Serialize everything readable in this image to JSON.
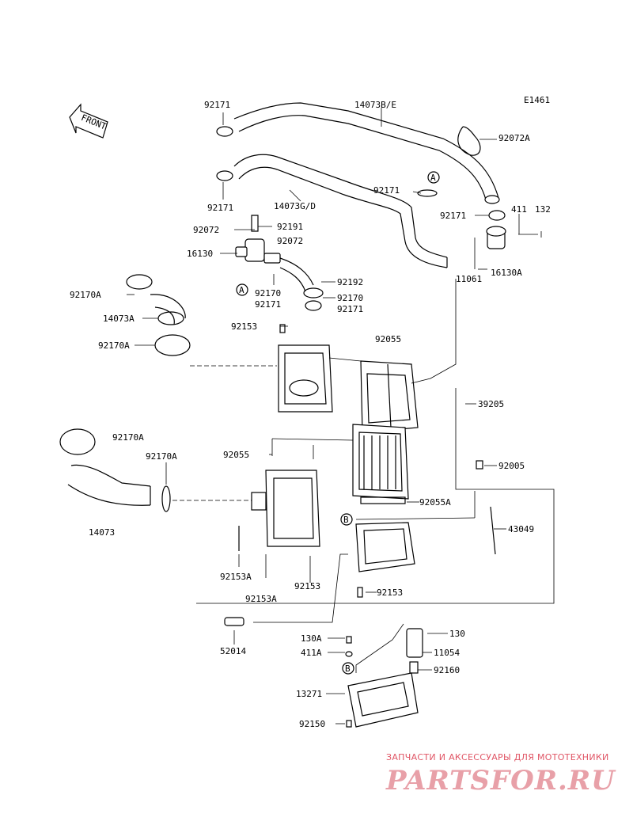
{
  "figure_code": "E1461",
  "front_label": "FRONT",
  "markers": {
    "a": "A",
    "b": "B"
  },
  "labels": {
    "l92171a": "92171",
    "l14073be": "14073B/E",
    "l92072a": "92072A",
    "l92171b": "92171",
    "l14073gd": "14073G/D",
    "l92171c": "92171",
    "l92171d": "92171",
    "l411": "411",
    "l132": "132",
    "l92072": "92072",
    "l92191": "92191",
    "l92072b": "92072",
    "l16130": "16130",
    "l11061": "11061",
    "l16130a": "16130A",
    "l92192": "92192",
    "l92170a1": "92170A",
    "l92170": "92170",
    "l92171e": "92171",
    "l92170b": "92170",
    "l92171f": "92171",
    "l14073a": "14073A",
    "l92153": "92153",
    "l92170a2": "92170A",
    "l92055": "92055",
    "l39205": "39205",
    "l92170a3": "92170A",
    "l92170a4": "92170A",
    "l92055b": "92055",
    "l92005": "92005",
    "l92055a": "92055A",
    "l14073": "14073",
    "l43049": "43049",
    "l92153a1": "92153A",
    "l92153b": "92153",
    "l92153a2": "92153A",
    "l92153c": "92153",
    "l130a": "130A",
    "l130": "130",
    "l52014": "52014",
    "l411a": "411A",
    "l11054": "11054",
    "l92160": "92160",
    "l13271": "13271",
    "l92150": "92150"
  },
  "watermark": {
    "caption": "ЗАПЧАСТИ И АКСЕССУАРЫ ДЛЯ МОТОТЕХНИКИ",
    "logo": "PARTSFOR.RU"
  }
}
